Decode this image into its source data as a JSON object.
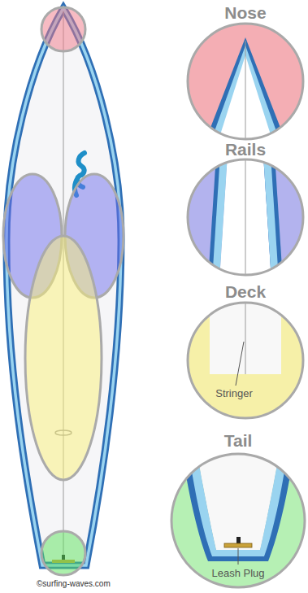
{
  "diagram": {
    "nodes": [
      {
        "text": [
          "Nose"
        ]
      },
      {
        "text": [
          "Rails"
        ]
      },
      {
        "text": [
          "Deck",
          "Stringer"
        ]
      },
      {
        "text": [
          "Tail",
          "Leash Plug"
        ]
      }
    ],
    "labels": [
      "©surfing-waves.com"
    ]
  }
}
